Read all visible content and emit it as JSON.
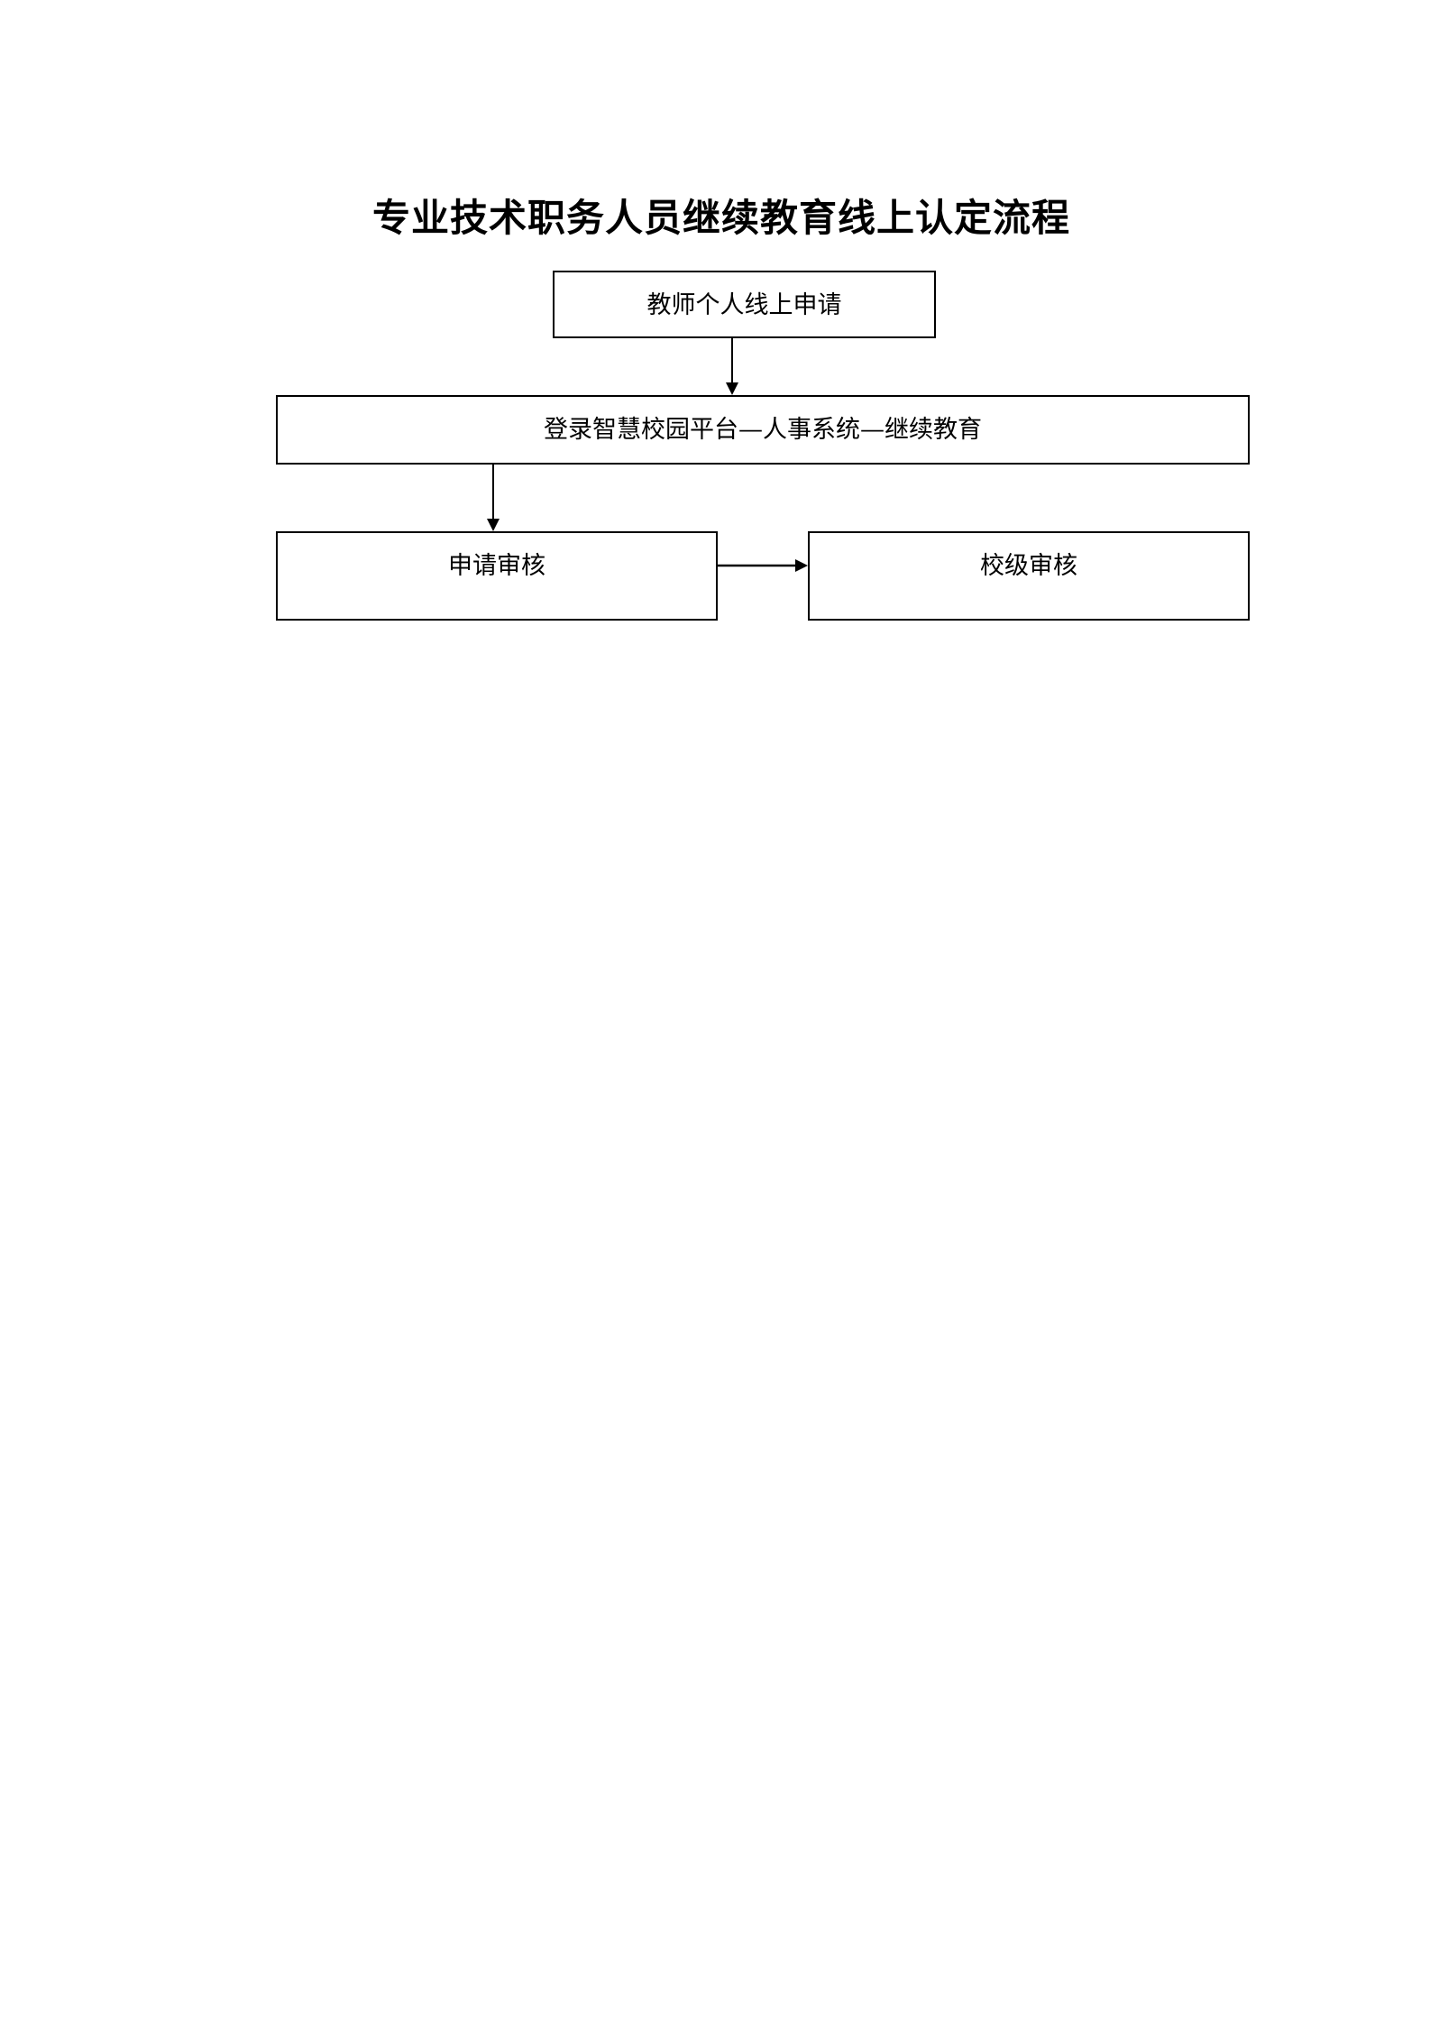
{
  "title": "专业技术职务人员继续教育线上认定流程",
  "steps": {
    "apply": "教师个人线上申请",
    "login": "登录智慧校园平台—人事系统—继续教育",
    "review": "申请审核",
    "school_review": "校级审核"
  }
}
